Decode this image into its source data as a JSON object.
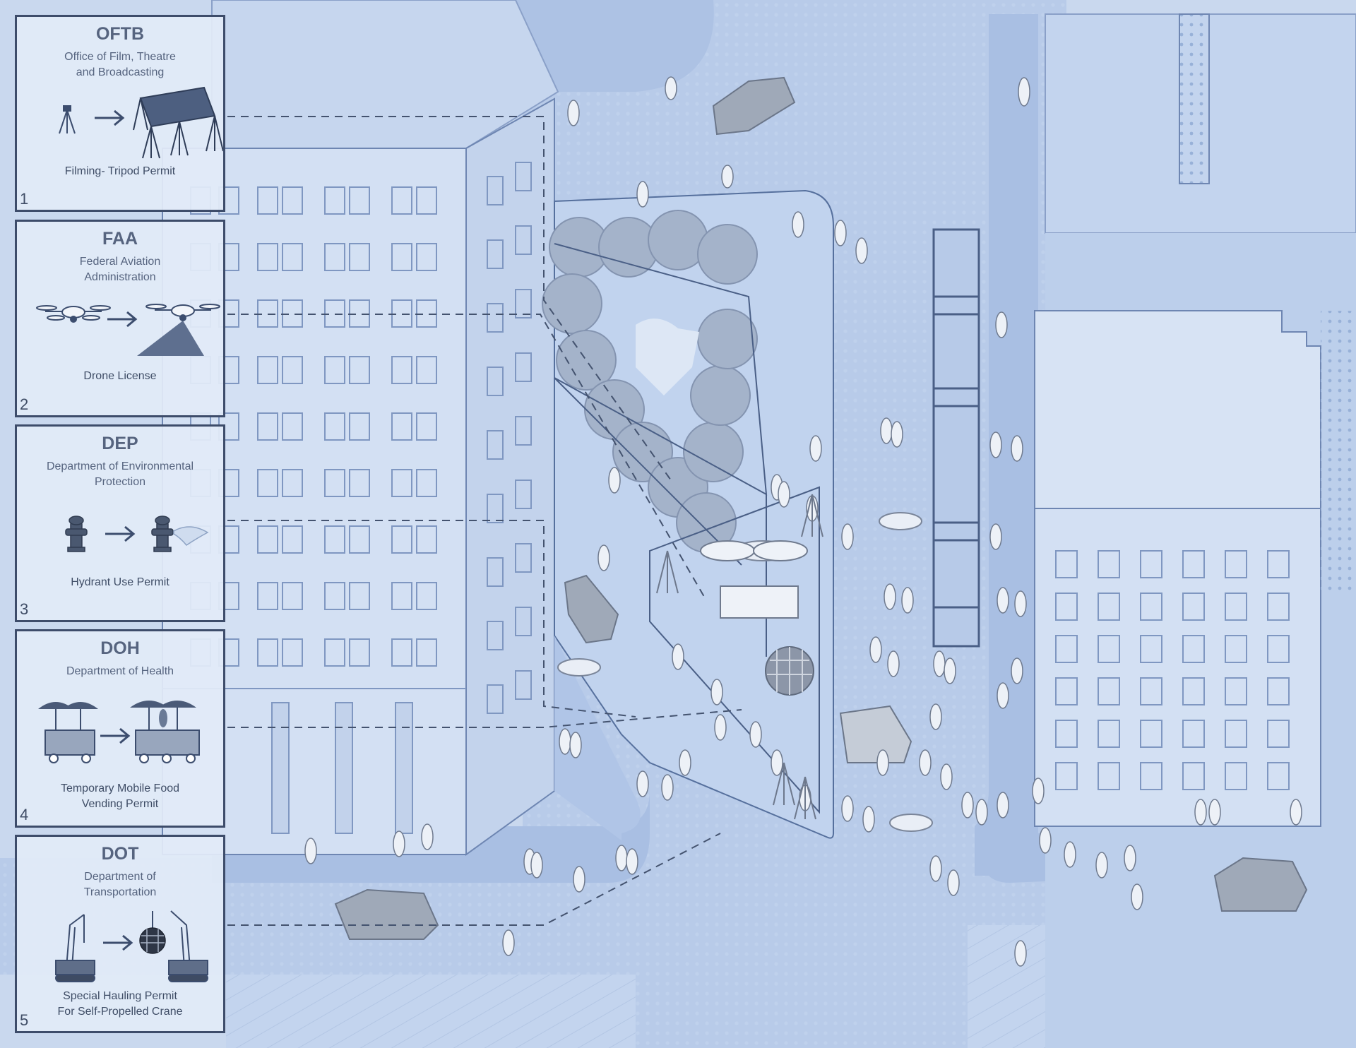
{
  "panels": [
    {
      "number": "1",
      "abbr": "OFTB",
      "full": "Office of Film, Theatre\nand Broadcasting",
      "permit": "Filming- Tripod Permit",
      "icon_before": "tripod-icon",
      "icon_after": "tripod-canopy-rig-icon"
    },
    {
      "number": "2",
      "abbr": "FAA",
      "full": "Federal Aviation\nAdministration",
      "permit": "Drone License",
      "icon_before": "drone-icon",
      "icon_after": "drone-camera-beam-icon"
    },
    {
      "number": "3",
      "abbr": "DEP",
      "full": "Department of Environmental\nProtection",
      "permit": "Hydrant Use Permit",
      "icon_before": "fire-hydrant-icon",
      "icon_after": "hydrant-spraying-icon"
    },
    {
      "number": "4",
      "abbr": "DOH",
      "full": "Department of Health",
      "permit": "Temporary Mobile Food\nVending Permit",
      "icon_before": "food-cart-icon",
      "icon_after": "food-cart-vendor-icon"
    },
    {
      "number": "5",
      "abbr": "DOT",
      "full": "Department of\nTransportation",
      "permit": "Special Hauling Permit\nFor Self-Propelled Crane",
      "icon_before": "crane-icon",
      "icon_after": "crane-disco-ball-icon"
    }
  ],
  "colors": {
    "background": "#c9d8ee",
    "road": "#aec4e6",
    "building": "#d7e3f4",
    "outline": "#4a5f86",
    "panel_border": "#3d4c6a",
    "tree": "#a4b3ca"
  }
}
